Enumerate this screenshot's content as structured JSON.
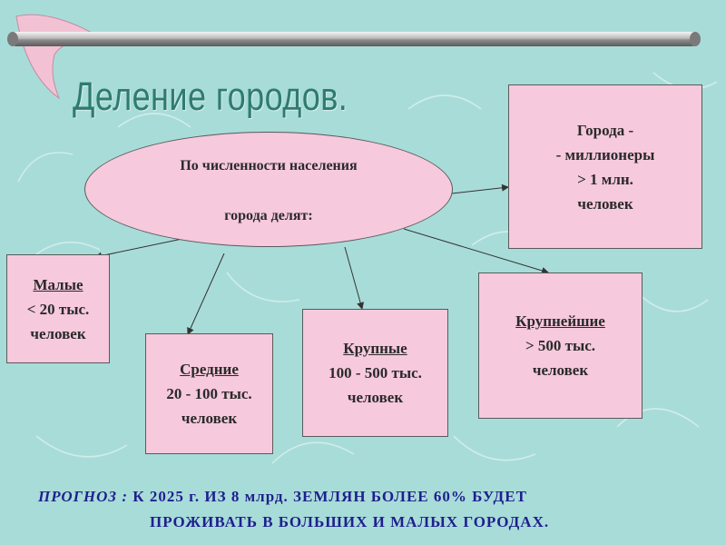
{
  "title": "Деление городов.",
  "center": {
    "line1": "По численности населения",
    "line2": "города делят:"
  },
  "boxes": {
    "millionaires": {
      "l1": "Города -",
      "l2": "- миллионеры",
      "l3": "> 1 млн.",
      "l4": "человек"
    },
    "small": {
      "name": "Малые",
      "range": "< 20 тыс.",
      "unit": "человек"
    },
    "medium": {
      "name": "Средние",
      "range": "20 - 100 тыс.",
      "unit": "человек"
    },
    "large": {
      "name": "Крупные",
      "range": "100 - 500 тыс.",
      "unit": "человек"
    },
    "largest": {
      "name": "Крупнейшие",
      "range": "> 500 тыс.",
      "unit": "человек"
    }
  },
  "forecast": {
    "label": "ПРОГНОЗ :",
    "line1": "К 2025 г. ИЗ 8 млрд. ЗЕМЛЯН БОЛЕЕ 60% БУДЕТ",
    "line2": "ПРОЖИВАТЬ В БОЛЬШИХ И МАЛЫХ ГОРОДАХ."
  },
  "colors": {
    "background": "#a8dcd8",
    "box_fill": "#f6c9dc",
    "title": "#2f7b6f",
    "forecast_text": "#1f1f8f"
  }
}
